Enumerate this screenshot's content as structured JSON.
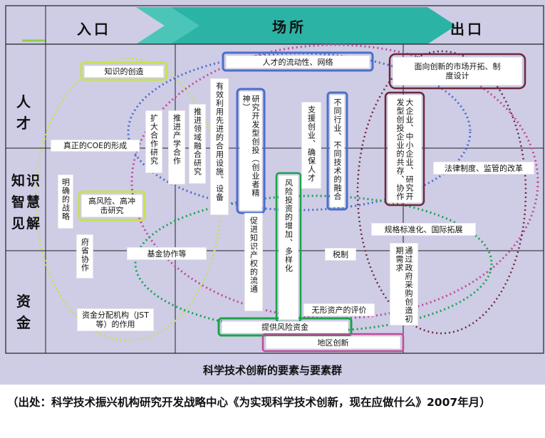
{
  "header": {
    "entry": "入口",
    "place": "场所",
    "exit": "出口"
  },
  "rows": {
    "talent": "人才",
    "knowledge": "知识智慧见解",
    "funds": "资金"
  },
  "boxes": {
    "knowledge_creation": "知识的创造",
    "talent_mobility": "人才的流动性、网络",
    "market_system": "面向创新的市场开拓、制度设计",
    "coe": "真正的COE的形成",
    "clear_strategy": "明确的战略",
    "high_risk": "高风险、高冲击研究",
    "expand_coop": "扩大合作研究",
    "industry_academia": "推进产学合作",
    "fusion_research": "推进领域融合研究",
    "shared_facilities": "有效利用先进的合用设施、设备",
    "rnd_investment": "研究开发型创投（创业者精神）",
    "venture_support": "支援创业、确保人才",
    "cross_industry": "不同行业、不同技术的融合",
    "enterprises": "大企业、中小企业、研究开发型创投企业的共存、协作",
    "legal_reform": "法律制度、监管的改革",
    "ministry_coop": "府省协作",
    "foundation_coop": "基金协作等",
    "ip_flow": "促进知识产权的流通",
    "risk_investment": "风险投资的增加、多样化",
    "tax": "税制",
    "standardization": "规格标准化、国际拓展",
    "procurement": "通过政府采购创造初期需求",
    "fund_allocation": "资金分配机构（JST等）的作用",
    "intangible_assets": "无形资产的评价",
    "risk_funds": "提供风险资金",
    "regional": "地区创新"
  },
  "caption": "科学技术创新的要素与要素群",
  "source": "（出处：科学技术振兴机构研究开发战略中心《为实现科学技术创新，现在应做什么》2007年月）",
  "colors": {
    "background": "#cfcce6",
    "arrow_teal": "#2bb3a6",
    "blue": "#4b6fc8",
    "lime": "#c6e254",
    "green": "#1aa34a",
    "magenta": "#c04a9a",
    "brown": "#6b2a3a"
  }
}
